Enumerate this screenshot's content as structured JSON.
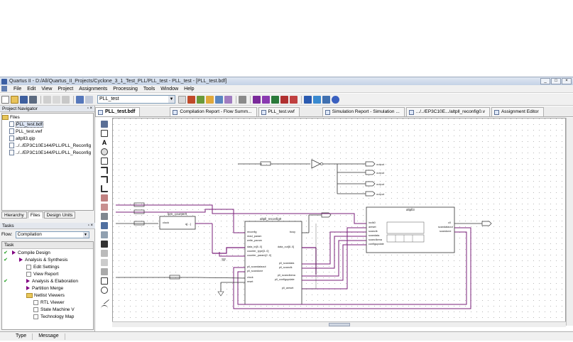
{
  "window": {
    "title": "Quartus II - D:/All/Quartus_II_Projects/Cyclone_3_1_Test_PLL/PLL_test - PLL_test - [PLL_test.bdf]"
  },
  "menu": [
    "File",
    "Edit",
    "View",
    "Project",
    "Assignments",
    "Processing",
    "Tools",
    "Window",
    "Help"
  ],
  "toolbar": {
    "entity_combo": "PLL_test"
  },
  "navigator": {
    "title": "Project Navigator",
    "root": "Files",
    "files": [
      "PLL_test.bdf",
      "PLL_test.vwf",
      "altpll3.qip",
      "../../EP3C10E144/PLL/PLL_Reconfig",
      "../../EP3C10E144/PLL/PLL_Reconfig"
    ],
    "tabs": [
      "Hierarchy",
      "Files",
      "Design Units"
    ]
  },
  "tasks": {
    "title": "Tasks",
    "flow_label": "Flow:",
    "flow_value": "Compilation",
    "column": "Task",
    "items": [
      {
        "label": "Compile Design",
        "check": true,
        "indent": 0,
        "kind": "tri"
      },
      {
        "label": "Analysis & Synthesis",
        "check": true,
        "indent": 1,
        "kind": "tri"
      },
      {
        "label": "Edit Settings",
        "check": false,
        "indent": 2,
        "kind": "box"
      },
      {
        "label": "View Report",
        "check": false,
        "indent": 2,
        "kind": "box"
      },
      {
        "label": "Analysis & Elaboration",
        "check": true,
        "indent": 2,
        "kind": "tri"
      },
      {
        "label": "Partition Merge",
        "check": false,
        "indent": 2,
        "kind": "tri"
      },
      {
        "label": "Netlist Viewers",
        "check": false,
        "indent": 2,
        "kind": "folder"
      },
      {
        "label": "RTL Viewer",
        "check": false,
        "indent": 3,
        "kind": "box"
      },
      {
        "label": "State Machine V",
        "check": false,
        "indent": 3,
        "kind": "box"
      },
      {
        "label": "Technology Map",
        "check": false,
        "indent": 3,
        "kind": "box"
      }
    ]
  },
  "doc_tabs": [
    {
      "label": "PLL_test.bdf",
      "active": true
    },
    {
      "label": "Compilation Report - Flow Summ...",
      "active": false
    },
    {
      "label": "PLL_test.vwf",
      "active": false
    },
    {
      "label": "Simulation Report - Simulation ...",
      "active": false
    },
    {
      "label": ".../../EP3C10E.../altpll_reconfig0.v",
      "active": false
    },
    {
      "label": "Assignment Editor",
      "active": false
    }
  ],
  "schematic": {
    "blocks": {
      "counter": {
        "title": "lpm_counter0",
        "ports_left": [
          "clock"
        ],
        "ports_right": [
          "q[...]"
        ]
      },
      "reconfig": {
        "title": "altpll_reconfig0",
        "ports_left": [
          "reconfig",
          "read_param",
          "write_param",
          "data_in[8..0]",
          "counter_type[3..0]",
          "counter_param[2..0]",
          "pll_scandataout",
          "pll_scandone",
          "clock",
          "reset"
        ],
        "ports_right": [
          "busy",
          "data_out[8..0]",
          "pll_scandata",
          "pll_scanclk",
          "pll_scanclkena",
          "pll_configupdate",
          "pll_areset"
        ]
      },
      "pll": {
        "title": "altpll3",
        "ports_left": [
          "inclk0",
          "areset",
          "scanclk",
          "scandata",
          "scanclkena",
          "configupdate"
        ],
        "ports_right": [
          "c0",
          "scandataout",
          "scandone"
        ]
      }
    },
    "outputs_top": [
      "output",
      "output",
      "output",
      "output"
    ]
  },
  "messages": {
    "columns": [
      "Type",
      "Message"
    ]
  }
}
